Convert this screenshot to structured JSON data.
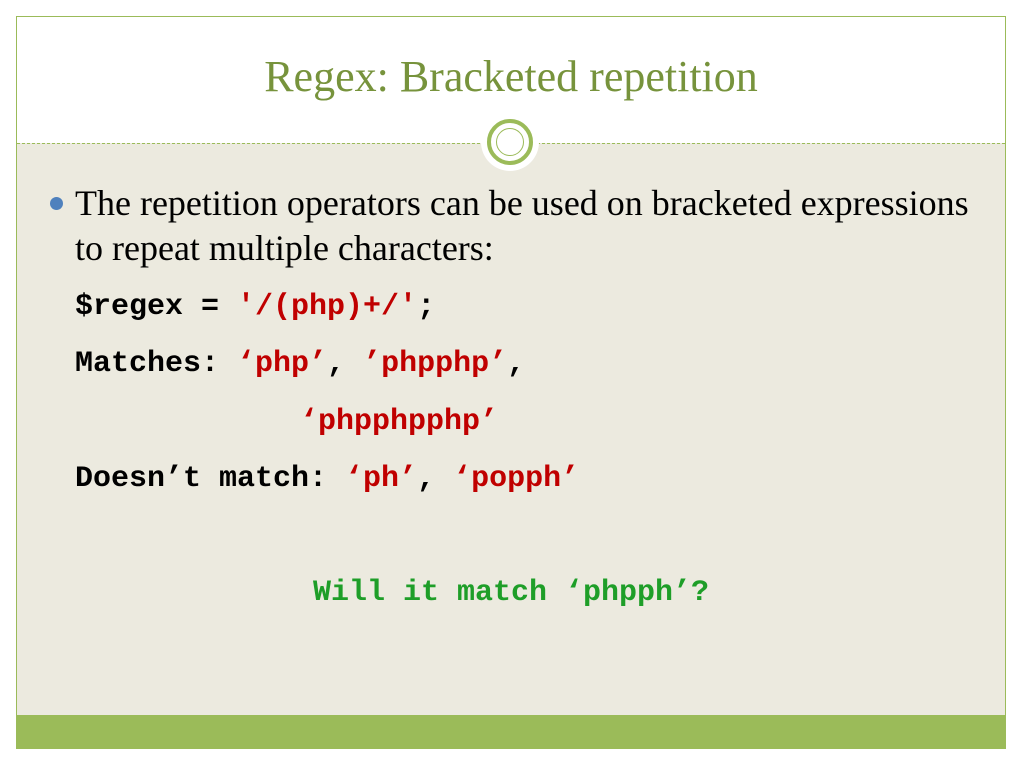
{
  "slide": {
    "title": "Regex: Bracketed repetition",
    "bullet": "The repetition operators can be used on bracketed expressions to repeat multiple characters:",
    "code": {
      "assign_prefix": "$regex = ",
      "assign_value": "'/(php)+/'",
      "assign_suffix": ";",
      "matches_label": "Matches: ",
      "matches_item1": "‘php’",
      "separator1": ", ",
      "matches_item2": "’phpphp’",
      "separator2": ",",
      "matches_item3": "‘phpphpphp’",
      "doesnt_label": "Doesn’t match: ",
      "doesnt_item1": "‘ph’",
      "separator3": ", ",
      "doesnt_item2": "‘popph’"
    },
    "question": "Will it match ‘phpph’?"
  },
  "colors": {
    "title": "#77933c",
    "accent_green": "#9bbb59",
    "bullet_blue": "#4f81bd",
    "code_red": "#c00000",
    "question_green": "#1e9e28",
    "body_background": "#eceadf"
  }
}
